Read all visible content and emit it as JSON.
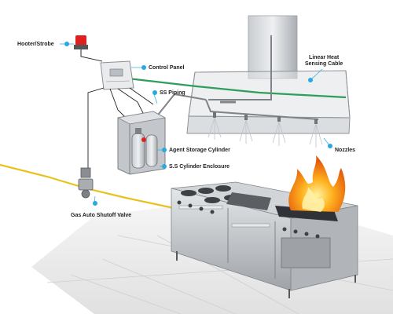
{
  "labels": {
    "hooter_strobe": "Hooter/Strobe",
    "control_panel": "Control Panel",
    "linear_heat_sensing_cable": "Linear Heat\nSensing Cable",
    "ss_piping": "SS Piping",
    "agent_storage_cylinder": "Agent Storage Cylinder",
    "ss_cylinder_enclosure": "S.S Cylinder Enclosure",
    "nozzles": "Nozzles",
    "gas_auto_shutoff_valve": "Gas Auto Shutoff Valve"
  },
  "colors": {
    "marker_dot": "#27a9e1",
    "heat_cable": "#2e9e5a",
    "gas_line": "#e8c21a",
    "strobe_red": "#e0201e",
    "steel": "#b9bcc0",
    "flame": "#f6a21c"
  }
}
